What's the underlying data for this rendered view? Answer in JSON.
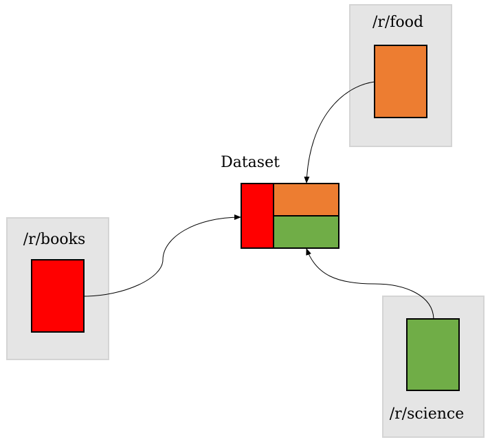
{
  "diagram": {
    "dataset": {
      "title": "Dataset"
    },
    "sources": [
      {
        "name": "/r/food",
        "color": "#ed7d31"
      },
      {
        "name": "/r/books",
        "color": "#ff0000"
      },
      {
        "name": "/r/science",
        "color": "#70ad47"
      }
    ],
    "panel_color": "#e5e5e5"
  }
}
